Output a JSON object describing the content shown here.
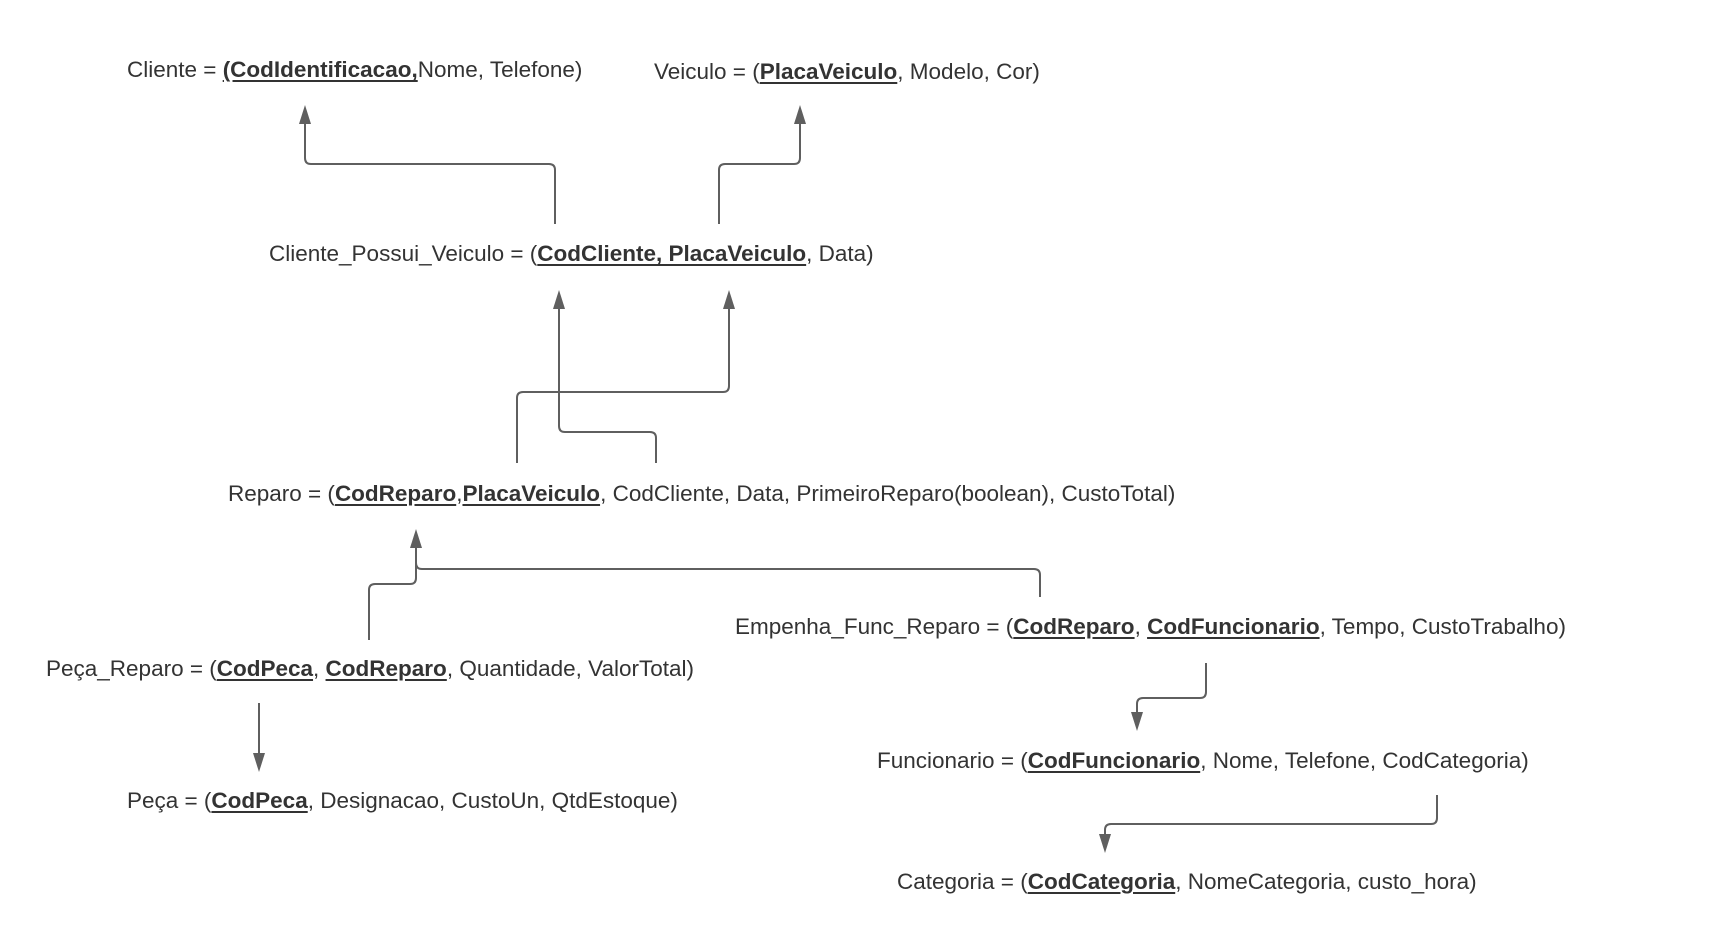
{
  "relations": [
    {
      "id": "cliente",
      "name": "Cliente",
      "segments": [
        {
          "t": "Cliente = ",
          "pk": false
        },
        {
          "t": "(CodIdentificacao,",
          "pk": true
        },
        {
          "t": "Nome, Telefone)",
          "pk": false
        }
      ]
    },
    {
      "id": "veiculo",
      "name": "Veiculo",
      "segments": [
        {
          "t": "Veiculo = (",
          "pk": false
        },
        {
          "t": "PlacaVeiculo",
          "pk": true
        },
        {
          "t": ", Modelo, Cor)",
          "pk": false
        }
      ]
    },
    {
      "id": "cliente-possui-veiculo",
      "name": "Cliente_Possui_Veiculo",
      "segments": [
        {
          "t": "Cliente_Possui_Veiculo = (",
          "pk": false
        },
        {
          "t": "CodCliente, PlacaVeiculo",
          "pk": true
        },
        {
          "t": ", Data)",
          "pk": false
        }
      ]
    },
    {
      "id": "reparo",
      "name": "Reparo",
      "segments": [
        {
          "t": "Reparo = (",
          "pk": false
        },
        {
          "t": "CodReparo",
          "pk": true
        },
        {
          "t": ",",
          "pk": false
        },
        {
          "t": "PlacaVeiculo",
          "pk": true
        },
        {
          "t": ", CodCliente, Data, PrimeiroReparo(boolean), CustoTotal)",
          "pk": false
        }
      ]
    },
    {
      "id": "empenha-func-reparo",
      "name": "Empenha_Func_Reparo",
      "segments": [
        {
          "t": "Empenha_Func_Reparo = (",
          "pk": false
        },
        {
          "t": "CodReparo",
          "pk": true
        },
        {
          "t": ", ",
          "pk": false
        },
        {
          "t": "CodFuncionario",
          "pk": true
        },
        {
          "t": ", Tempo, CustoTrabalho)",
          "pk": false
        }
      ]
    },
    {
      "id": "peca-reparo",
      "name": "Peça_Reparo",
      "segments": [
        {
          "t": "Peça_Reparo = (",
          "pk": false
        },
        {
          "t": "CodPeca",
          "pk": true
        },
        {
          "t": ", ",
          "pk": false
        },
        {
          "t": "CodReparo",
          "pk": true
        },
        {
          "t": ", Quantidade, ValorTotal)",
          "pk": false
        }
      ]
    },
    {
      "id": "funcionario",
      "name": "Funcionario",
      "segments": [
        {
          "t": "Funcionario = (",
          "pk": false
        },
        {
          "t": "CodFuncionario",
          "pk": true
        },
        {
          "t": ", Nome, Telefone, CodCategoria)",
          "pk": false
        }
      ]
    },
    {
      "id": "peca",
      "name": "Peça",
      "segments": [
        {
          "t": "Peça = (",
          "pk": false
        },
        {
          "t": "CodPeca",
          "pk": true
        },
        {
          "t": ", Designacao, CustoUn, QtdEstoque)",
          "pk": false
        }
      ]
    },
    {
      "id": "categoria",
      "name": "Categoria",
      "segments": [
        {
          "t": "Categoria = (",
          "pk": false
        },
        {
          "t": "CodCategoria",
          "pk": true
        },
        {
          "t": ", NomeCategoria, custo_hora)",
          "pk": false
        }
      ]
    }
  ],
  "references": [
    {
      "from": "cliente-possui-veiculo",
      "to": "cliente"
    },
    {
      "from": "cliente-possui-veiculo",
      "to": "veiculo"
    },
    {
      "from": "reparo",
      "to": "cliente-possui-veiculo"
    },
    {
      "from": "reparo",
      "to": "cliente-possui-veiculo"
    },
    {
      "from": "peca-reparo",
      "to": "reparo"
    },
    {
      "from": "empenha-func-reparo",
      "to": "reparo"
    },
    {
      "from": "peca-reparo",
      "to": "peca"
    },
    {
      "from": "empenha-func-reparo",
      "to": "funcionario"
    },
    {
      "from": "funcionario",
      "to": "categoria"
    }
  ],
  "colors": {
    "text": "#333333",
    "connector": "#5f5f5f",
    "background": "#ffffff"
  }
}
